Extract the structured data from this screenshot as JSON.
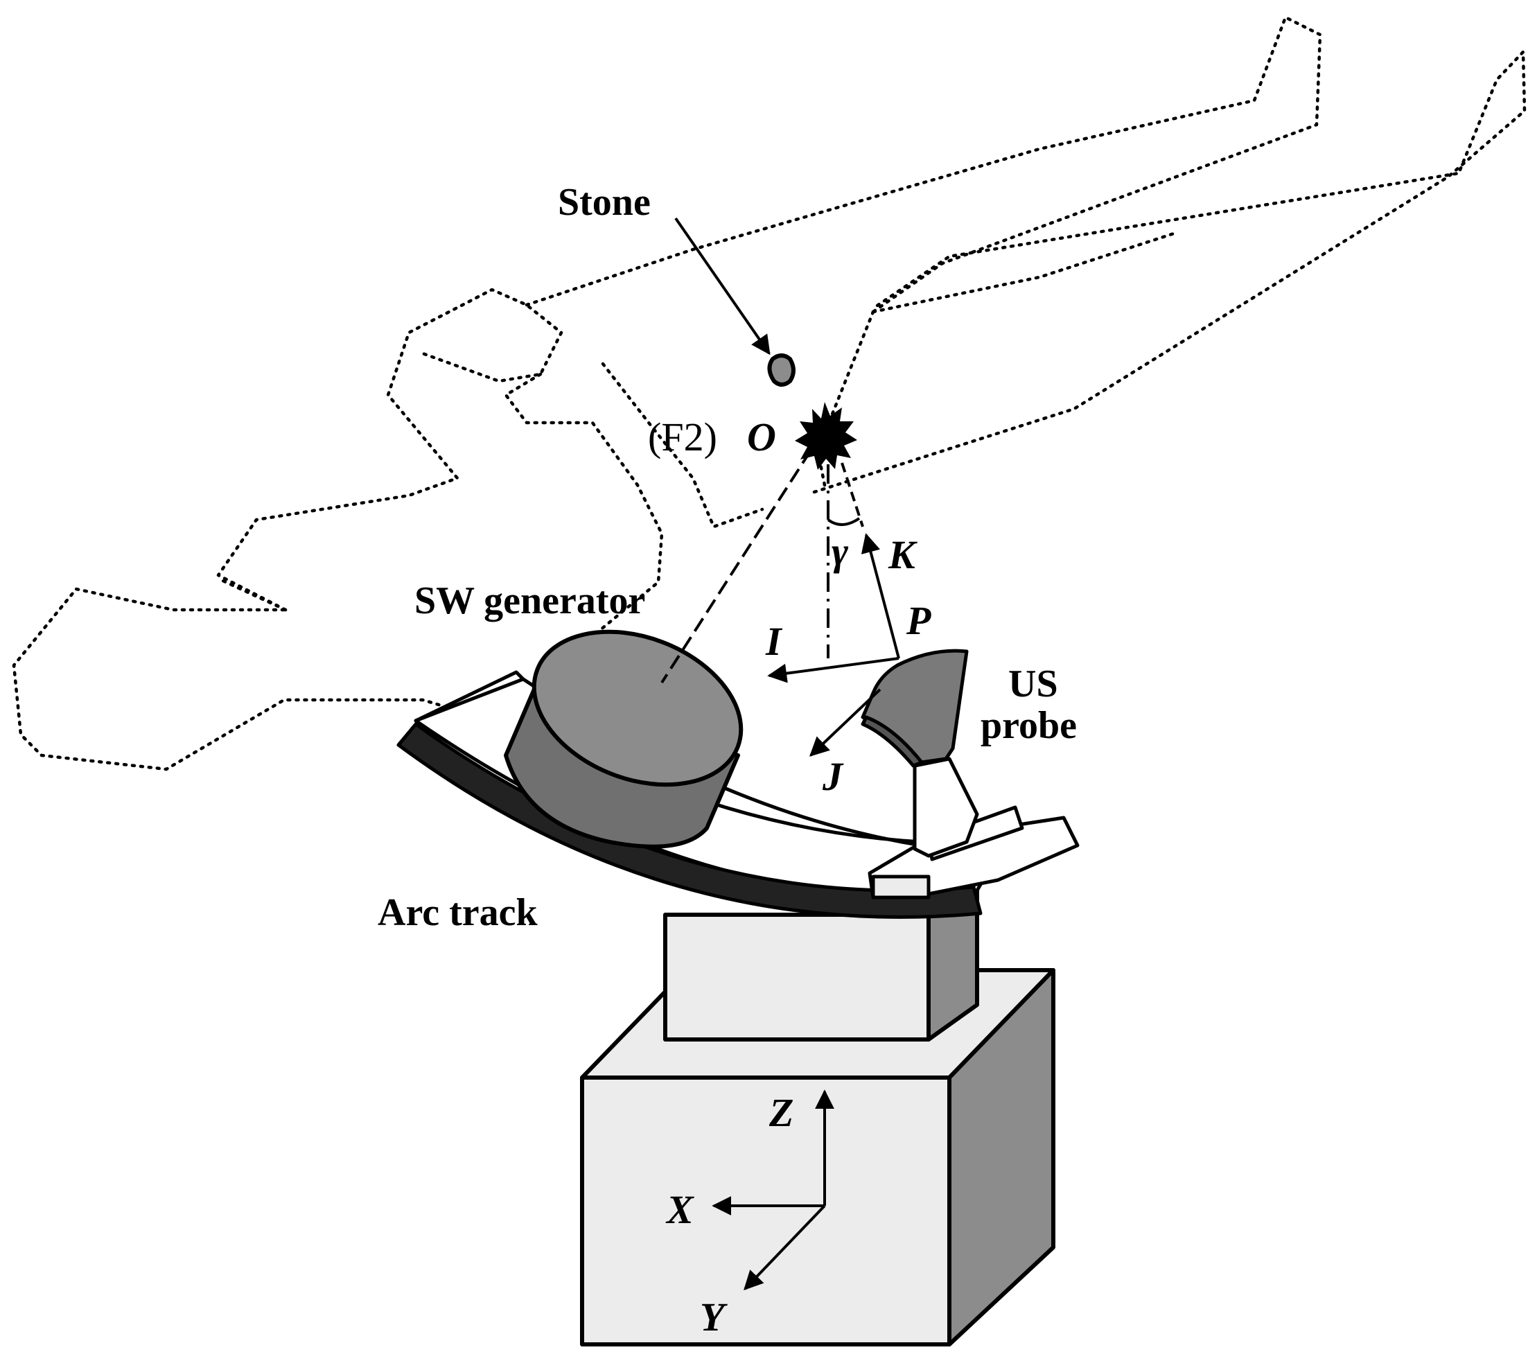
{
  "labels": {
    "stone": "Stone",
    "f2": "(F2)",
    "origin": "O",
    "gamma": "γ",
    "k_axis": "K",
    "p_point": "P",
    "i_axis": "I",
    "j_axis": "J",
    "sw_generator": "SW generator",
    "us_probe_line1": "US",
    "us_probe_line2": "probe",
    "arc_track": "Arc track",
    "z_axis": "Z",
    "x_axis": "X",
    "y_axis": "Y"
  },
  "colors": {
    "outline": "#000000",
    "light_fill": "#ececec",
    "mid_gray": "#8c8c8c",
    "dark_gray": "#707070",
    "probe_gray": "#7a7a7a",
    "track_black": "#222222",
    "background": "#ffffff"
  }
}
